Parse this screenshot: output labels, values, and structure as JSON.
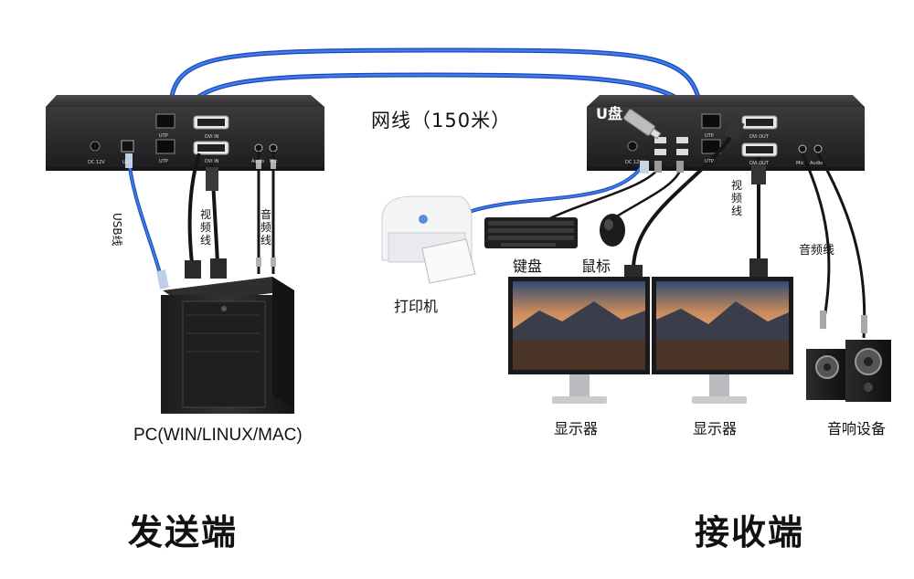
{
  "network_cable_label": "网线（150米）",
  "sender": {
    "title": "发送端",
    "pc_label": "PC(WIN/LINUX/MAC)",
    "usb_cable_label": "USB线",
    "video_cable_label": "视频线",
    "audio_cable_label": "音频线",
    "ports": [
      "DC 12V",
      "USB",
      "UTP",
      "UTP",
      "DVI IN",
      "DVI IN",
      "Audio",
      "Mic"
    ]
  },
  "receiver": {
    "title": "接收端",
    "usb_drive_label": "U盘",
    "video_cable_label": "视频线",
    "audio_cable_label": "音频线",
    "ports": [
      "DC 12V",
      "UTP",
      "UTP",
      "DVI OUT",
      "DVI OUT",
      "Mic",
      "Audio"
    ]
  },
  "devices": {
    "printer": "打印机",
    "keyboard": "键盘",
    "mouse": "鼠标",
    "monitor_left": "显示器",
    "monitor_right": "显示器",
    "speakers": "音响设备"
  },
  "colors": {
    "network_cable": "#2a63d8",
    "box": "#2a2a2c",
    "black_cable": "#151515"
  }
}
